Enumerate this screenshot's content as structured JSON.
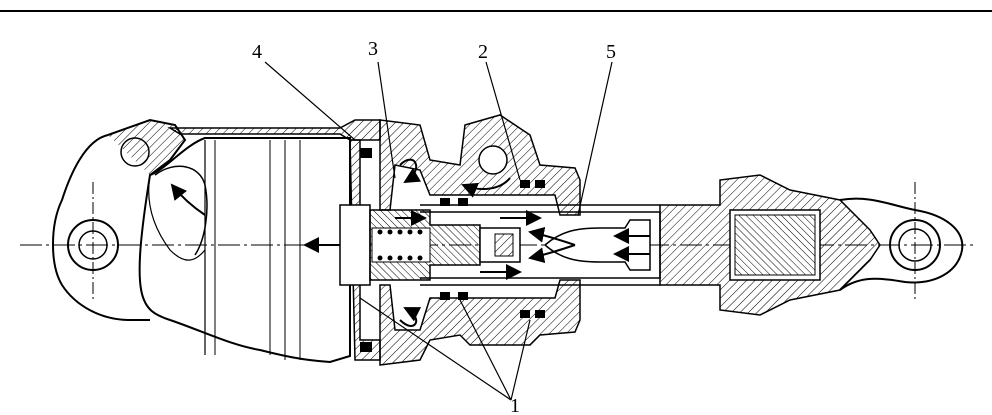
{
  "figure": {
    "title": "",
    "callouts": [
      "1",
      "2",
      "3",
      "4",
      "5"
    ],
    "colors": {
      "ink": "#000000",
      "paper": "#ffffff"
    }
  }
}
